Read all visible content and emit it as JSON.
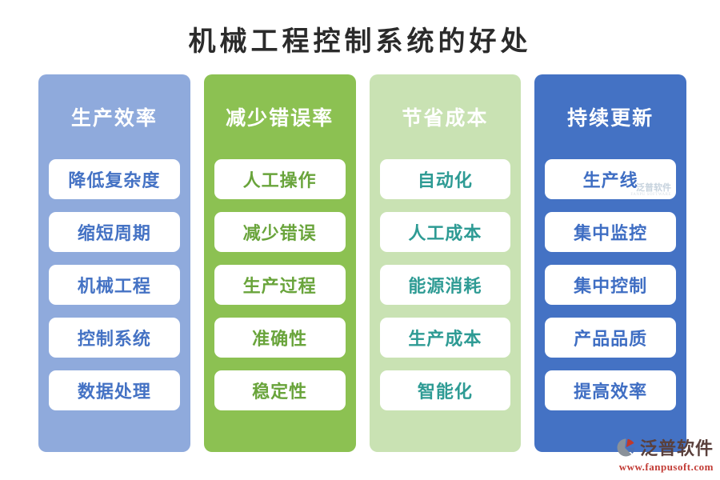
{
  "title": "机械工程控制系统的好处",
  "header_text_color": "#FFFFFF",
  "columns": [
    {
      "header": "生产效率",
      "bg_color": "#8FAADC",
      "item_text_color": "#4472C4",
      "items": [
        "降低复杂度",
        "缩短周期",
        "机械工程",
        "控制系统",
        "数据处理"
      ]
    },
    {
      "header": "减少错误率",
      "bg_color": "#8CC152",
      "item_text_color": "#69A43B",
      "items": [
        "人工操作",
        "减少错误",
        "生产过程",
        "准确性",
        "稳定性"
      ]
    },
    {
      "header": "节省成本",
      "bg_color": "#C9E2B3",
      "item_text_color": "#2E9B94",
      "items": [
        "自动化",
        "人工成本",
        "能源消耗",
        "生产成本",
        "智能化"
      ]
    },
    {
      "header": "持续更新",
      "bg_color": "#4472C4",
      "item_text_color": "#3F6EC3",
      "items": [
        "生产线",
        "集中监控",
        "集中控制",
        "产品品质",
        "提高效率"
      ]
    }
  ],
  "inner_watermark": {
    "host_column_index": 3,
    "host_item_index": 0,
    "text": "泛普软件",
    "subtext": "FANPU SOFTWARE"
  },
  "footer": {
    "brand": "泛普软件",
    "url": "www.fanpusoft.com",
    "brand_color": "#5A403C",
    "url_color": "#C23B35"
  }
}
